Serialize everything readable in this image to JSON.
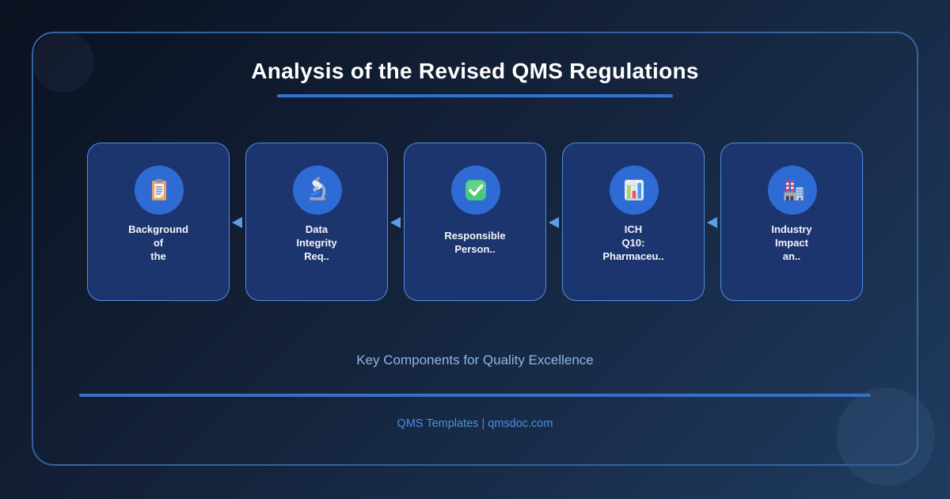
{
  "header": {
    "title": "Analysis of the Revised QMS Regulations"
  },
  "flow": {
    "arrow_direction": "left",
    "cards": [
      {
        "icon": "clipboard-icon",
        "label": "Background\nof\nthe"
      },
      {
        "icon": "microscope-icon",
        "label": "Data\nIntegrity\nReq.."
      },
      {
        "icon": "check-mark-icon",
        "label": "Responsible\nPerson.."
      },
      {
        "icon": "bar-chart-icon",
        "label": "ICH\nQ10:\nPharmaceu.."
      },
      {
        "icon": "factory-icon",
        "label": "Industry\nImpact\nan.."
      }
    ]
  },
  "subtitle": "Key Components for Quality Excellence",
  "footer": "QMS Templates | qmsdoc.com",
  "colors": {
    "background_start": "#0a111f",
    "background_end": "#1f3c60",
    "container_border": "#33639e",
    "card_fill": "#1d356f",
    "card_border": "#4e8ee0",
    "icon_circle": "#2e6bd5",
    "title_text": "#ffffff",
    "title_underline": "#3273d4",
    "arrow": "#5e9ce6",
    "subtitle_text": "#8fb6e6",
    "divider": "#3a70c2",
    "footer_text": "#4a90e2",
    "check_green": "#4dc878"
  }
}
